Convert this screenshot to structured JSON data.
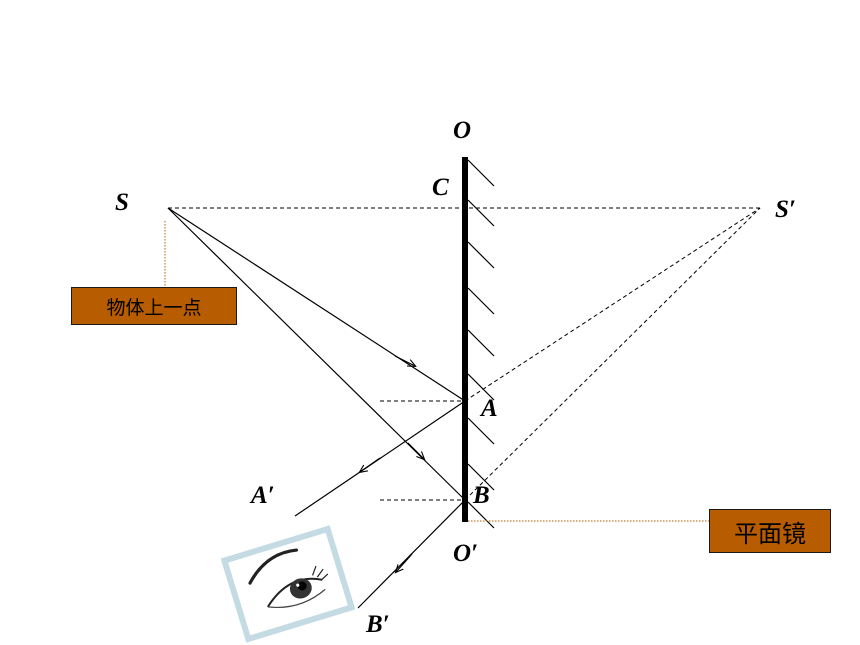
{
  "points": {
    "O": "O",
    "O_prime": "O′",
    "C": "C",
    "S": "S",
    "S_prime": "S′",
    "A": "A",
    "A_prime": "A′",
    "B": "B",
    "B_prime": "B′"
  },
  "callouts": {
    "object_point": "物体上一点",
    "plane_mirror": "平面镜"
  },
  "colors": {
    "callout_fill": "#b85c00",
    "leader_line": "#b85c00",
    "line": "#000000"
  },
  "icons": [
    "eye-icon"
  ]
}
